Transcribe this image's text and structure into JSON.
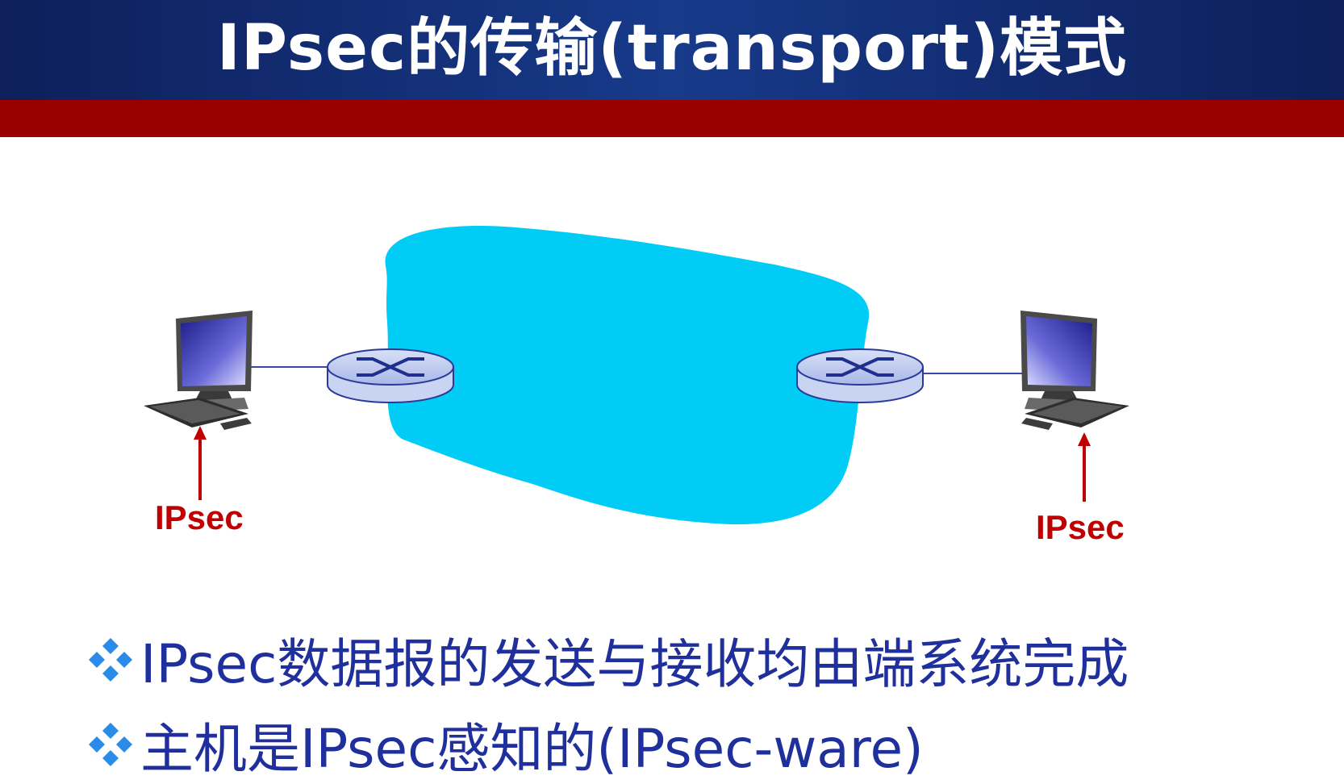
{
  "title": "IPsec的传输(transport)模式",
  "labels": {
    "left_ipsec": "IPsec",
    "right_ipsec": "IPsec"
  },
  "bullets": [
    "IPsec数据报的发送与接收均由端系统完成",
    "主机是IPsec感知的(IPsec-ware)"
  ],
  "colors": {
    "title_bg": "#173a8a",
    "accent_bar": "#9b0000",
    "network_cloud": "#00ccf5",
    "label_red": "#c00000",
    "bullet_text": "#1f2f9c"
  },
  "icons": [
    "computer-icon",
    "router-icon",
    "diamond-bullet-icon"
  ]
}
